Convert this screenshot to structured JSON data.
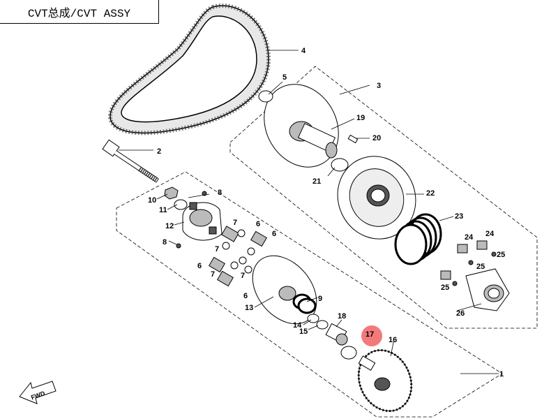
{
  "title": "CVT总成/CVT ASSY",
  "fwd_label": "FWD",
  "highlight_color": "#f26b6b",
  "callouts": {
    "c1": "1",
    "c2": "2",
    "c3": "3",
    "c4": "4",
    "c5": "5",
    "c6a": "6",
    "c6b": "6",
    "c6c": "6",
    "c6d": "6",
    "c7a": "7",
    "c7b": "7",
    "c7c": "7",
    "c7d": "7",
    "c8a": "8",
    "c8b": "8",
    "c9": "9",
    "c10": "10",
    "c11": "11",
    "c12": "12",
    "c13": "13",
    "c14": "14",
    "c15": "15",
    "c16": "16",
    "c17": "17",
    "c18": "18",
    "c19": "19",
    "c20": "20",
    "c21": "21",
    "c22": "22",
    "c23": "23",
    "c24a": "24",
    "c24b": "24",
    "c25a": "25",
    "c25b": "25",
    "c25c": "25",
    "c26": "26"
  }
}
